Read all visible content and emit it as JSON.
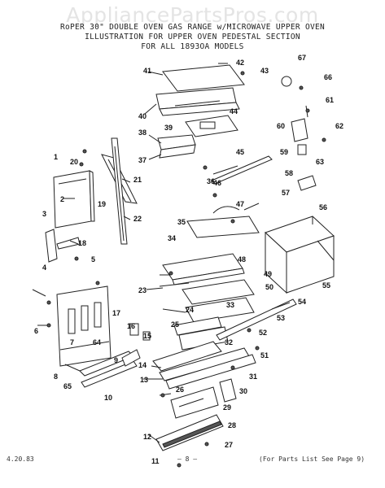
{
  "watermark": "AppliancePartsPros.com",
  "header": {
    "line1": "RoPER 30\" DOUBLE OVEN GAS RANGE w/MICROWAVE UPPER OVEN",
    "line2": "ILLUSTRATION FOR UPPER OVEN PEDESTAL SECTION",
    "line3": "FOR ALL 1893OA MODELS"
  },
  "footer": {
    "date": "4.20.83",
    "page": "– 8 –",
    "note": "(For Parts List See Page 9)"
  },
  "callouts": [
    "1",
    "2",
    "3",
    "4",
    "5",
    "6",
    "7",
    "8",
    "9",
    "10",
    "11",
    "12",
    "13",
    "14",
    "15",
    "16",
    "17",
    "18",
    "19",
    "20",
    "21",
    "22",
    "23",
    "24",
    "25",
    "26",
    "27",
    "28",
    "29",
    "30",
    "31",
    "32",
    "33",
    "34",
    "35",
    "36",
    "37",
    "38",
    "39",
    "40",
    "41",
    "42",
    "43",
    "44",
    "45",
    "46",
    "47",
    "48",
    "49",
    "50",
    "51",
    "52",
    "53",
    "54",
    "55",
    "56",
    "57",
    "58",
    "59",
    "60",
    "61",
    "62",
    "63",
    "64",
    "65",
    "66",
    "67"
  ]
}
